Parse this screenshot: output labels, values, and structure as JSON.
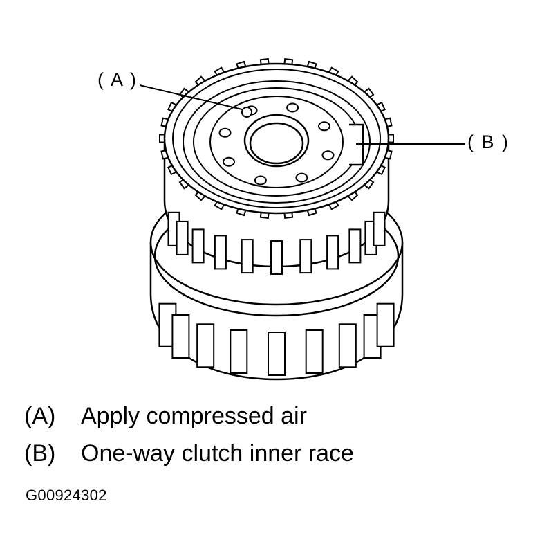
{
  "callouts": {
    "a": "( A )",
    "b": "( B )"
  },
  "legend": [
    {
      "key": "(A)",
      "text": "Apply compressed air"
    },
    {
      "key": "(B)",
      "text": "One-way clutch inner race"
    }
  ],
  "figure_id": "G00924302",
  "colors": {
    "line": "#000000",
    "background": "#ffffff"
  }
}
